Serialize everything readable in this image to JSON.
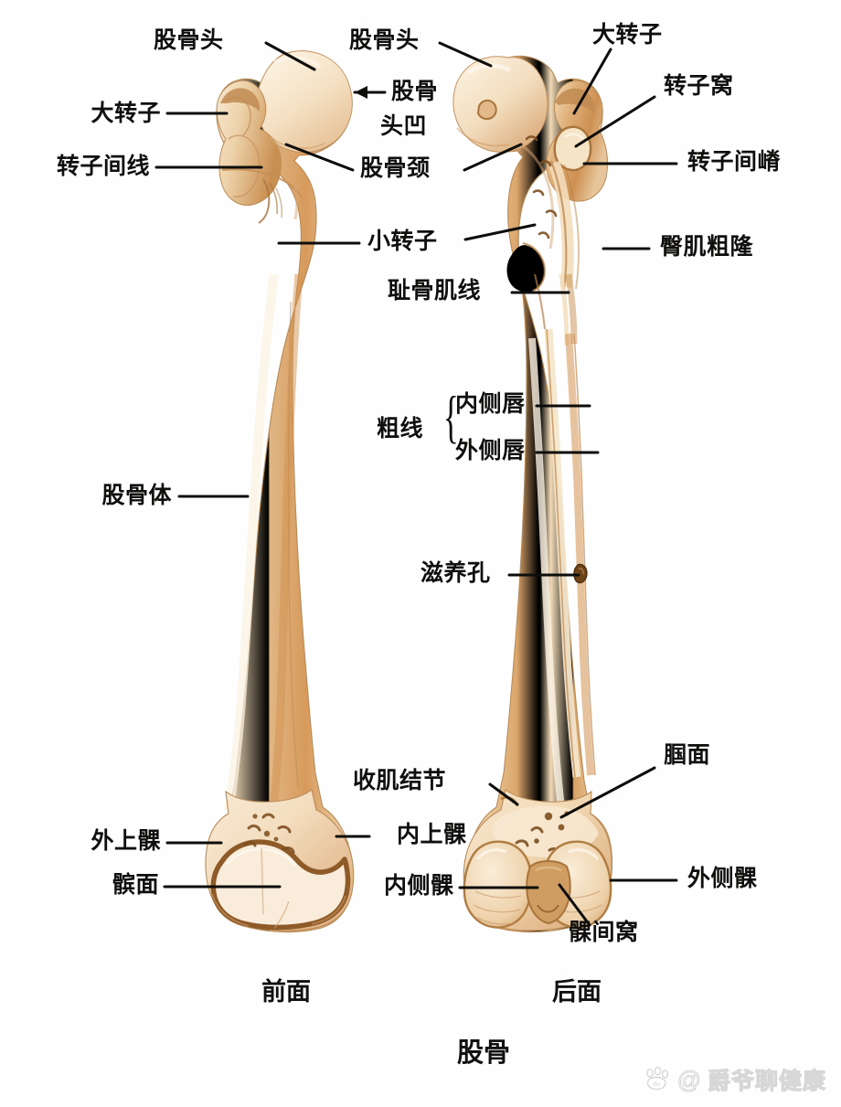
{
  "figure": {
    "title": "股骨",
    "view_captions": {
      "anterior": "前面",
      "posterior": "后面"
    }
  },
  "colors": {
    "bone_light": "#f7e7cd",
    "bone_mid": "#edd0a8",
    "bone_tan": "#d99a5e",
    "bone_shadow": "#c07f46",
    "cartilage_edge": "#8d5a28",
    "label_text": "#100f0d",
    "leader_line": "#0d0d0b",
    "background": "#ffffff",
    "watermark": "#b9b9b9"
  },
  "labels": {
    "left_column": [
      {
        "id": "greater-trochanter-ant",
        "text": "大转子"
      },
      {
        "id": "intertrochanteric-line",
        "text": "转子间线"
      },
      {
        "id": "femoral-shaft",
        "text": "股骨体"
      },
      {
        "id": "lateral-epicondyle",
        "text": "外上髁"
      },
      {
        "id": "patellar-surface",
        "text": "髌面"
      }
    ],
    "center_column": [
      {
        "id": "femoral-head-ant",
        "text": "股骨头"
      },
      {
        "id": "femoral-head-post",
        "text": "股骨头"
      },
      {
        "id": "fovea-capitis-line1",
        "text": "股骨"
      },
      {
        "id": "fovea-capitis-line2",
        "text": "头凹"
      },
      {
        "id": "femoral-neck",
        "text": "股骨颈"
      },
      {
        "id": "lesser-trochanter",
        "text": "小转子"
      },
      {
        "id": "pectineal-line",
        "text": "耻骨肌线"
      },
      {
        "id": "linea-aspera",
        "text": "粗线"
      },
      {
        "id": "medial-lip",
        "text": "内侧唇"
      },
      {
        "id": "lateral-lip",
        "text": "外侧唇"
      },
      {
        "id": "nutrient-foramen",
        "text": "滋养孔"
      },
      {
        "id": "adductor-tubercle",
        "text": "收肌结节"
      },
      {
        "id": "medial-epicondyle",
        "text": "内上髁"
      },
      {
        "id": "medial-condyle",
        "text": "内侧髁"
      },
      {
        "id": "intercondylar-fossa",
        "text": "髁间窝"
      }
    ],
    "right_column": [
      {
        "id": "greater-trochanter-post",
        "text": "大转子"
      },
      {
        "id": "trochanteric-fossa",
        "text": "转子窝"
      },
      {
        "id": "intertrochanteric-crest",
        "text": "转子间嵴"
      },
      {
        "id": "gluteal-tuberosity",
        "text": "臀肌粗隆"
      },
      {
        "id": "popliteal-surface",
        "text": "腘面"
      },
      {
        "id": "lateral-condyle",
        "text": "外侧髁"
      }
    ]
  },
  "watermark": {
    "handle": "@爵爷聊健康",
    "logo": "baidu-paw-icon"
  }
}
